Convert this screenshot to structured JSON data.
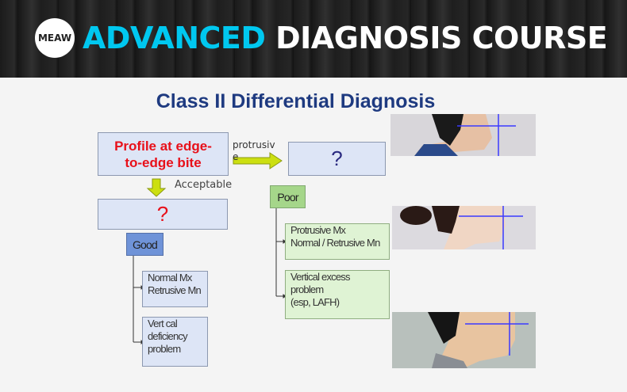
{
  "header": {
    "logo_text": "MEAW",
    "title_accent": "ADVANCED",
    "title_rest": "DIAGNOSIS COURSE",
    "accent_color": "#00c8f0"
  },
  "slide": {
    "title": "Class II Differential Diagnosis",
    "profile_box": {
      "line1": "Profile at edge-",
      "line2": "to-edge bite"
    },
    "protrusive_label": {
      "part1": "protrusiv",
      "part2": "e"
    },
    "acceptable_label": "Acceptable",
    "question_right": "?",
    "question_left": "?",
    "good": {
      "label": "Good",
      "items": [
        [
          "Normal Mx",
          "Retrusive Mn"
        ],
        [
          "Vert cal",
          "deficiency",
          "problem"
        ]
      ]
    },
    "poor": {
      "label": "Poor",
      "items": [
        [
          "Protrusive Mx",
          "Normal / Retrusive Mn"
        ],
        [
          "Vertical excess",
          "problem",
          "(esp, LAFH)"
        ]
      ]
    },
    "photos": [
      "profile-photo-male-1",
      "profile-photo-female",
      "profile-photo-male-2"
    ]
  }
}
